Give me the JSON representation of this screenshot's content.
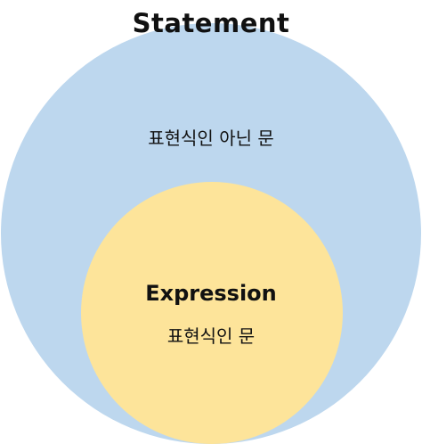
{
  "diagram": {
    "title": "Statement",
    "outer_label": "표현식인 아닌 문",
    "inner_title": "Expression",
    "inner_label": "표현식인 문"
  },
  "colors": {
    "outer_fill": "#bdd7ee",
    "inner_fill": "#fde49a",
    "text": "#111111"
  }
}
